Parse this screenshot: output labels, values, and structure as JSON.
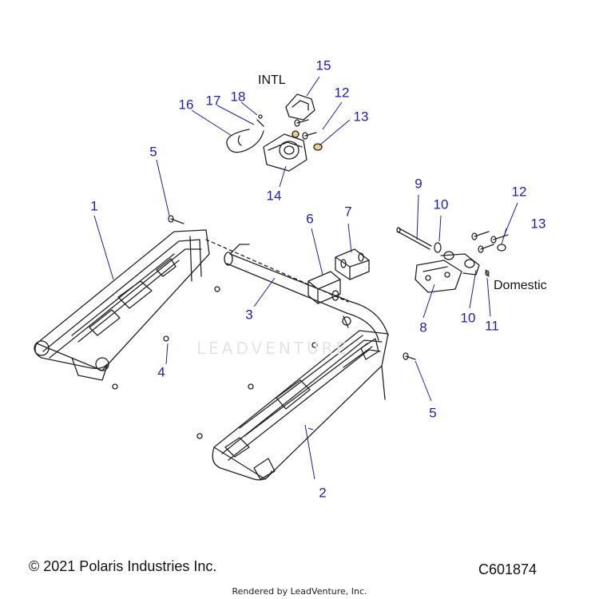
{
  "diagram": {
    "callouts": [
      {
        "id": "c1",
        "text": "1"
      },
      {
        "id": "c2",
        "text": "2"
      },
      {
        "id": "c3",
        "text": "3"
      },
      {
        "id": "c4",
        "text": "4"
      },
      {
        "id": "c5a",
        "text": "5"
      },
      {
        "id": "c5b",
        "text": "5"
      },
      {
        "id": "c6",
        "text": "6"
      },
      {
        "id": "c7",
        "text": "7"
      },
      {
        "id": "c8",
        "text": "8"
      },
      {
        "id": "c9",
        "text": "9"
      },
      {
        "id": "c10a",
        "text": "10"
      },
      {
        "id": "c10b",
        "text": "10"
      },
      {
        "id": "c11",
        "text": "11"
      },
      {
        "id": "c12a",
        "text": "12"
      },
      {
        "id": "c12b",
        "text": "12"
      },
      {
        "id": "c13a",
        "text": "13"
      },
      {
        "id": "c13b",
        "text": "13"
      },
      {
        "id": "c14",
        "text": "14"
      },
      {
        "id": "c15",
        "text": "15"
      },
      {
        "id": "c16",
        "text": "16"
      },
      {
        "id": "c17",
        "text": "17"
      },
      {
        "id": "c18",
        "text": "18"
      }
    ],
    "intl_label": "INTL",
    "domestic_label": "Domestic",
    "callout_color": "#1c1cb4",
    "line_color": "#1c1cb4"
  },
  "footer": {
    "copyright": "© 2021 Polaris Industries Inc.",
    "code": "C601874",
    "rendered_by": "Rendered by LeadVenture, Inc."
  },
  "watermark": "LEADVENTURE"
}
